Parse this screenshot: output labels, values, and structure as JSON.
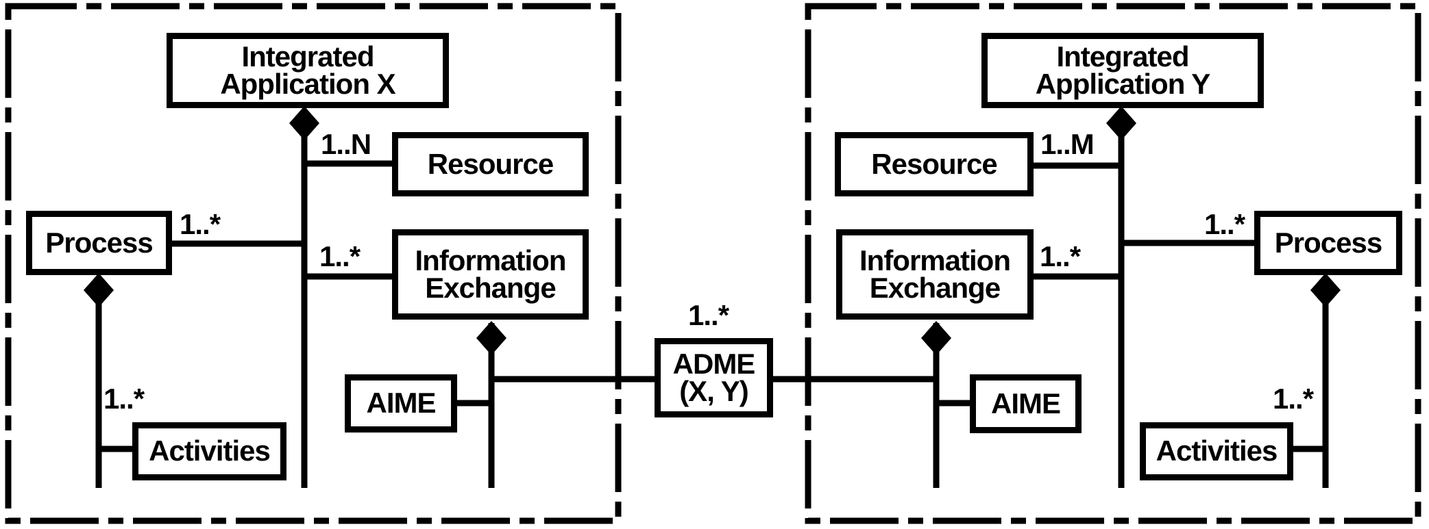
{
  "diagram": {
    "kind": "uml-composition-diagram",
    "colors": {
      "ink": "#000000",
      "paper": "#ffffff"
    },
    "left": {
      "app": "Integrated\nApplication X",
      "resource": "Resource",
      "process": "Process",
      "info_exchange": "Information\nExchange",
      "aime": "AIME",
      "activities": "Activities",
      "mult_app_resource": "1..N",
      "mult_process_app": "1..*",
      "mult_app_info_exchange": "1..*",
      "mult_process_activities": "1..*"
    },
    "right": {
      "app": "Integrated\nApplication Y",
      "resource": "Resource",
      "process": "Process",
      "info_exchange": "Information\nExchange",
      "aime": "AIME",
      "activities": "Activities",
      "mult_app_resource": "1..M",
      "mult_process_app": "1..*",
      "mult_app_info_exchange": "1..*",
      "mult_process_activities": "1..*"
    },
    "center": {
      "adme": "ADME\n(X, Y)",
      "mult_info_exchange_adme": "1..*"
    }
  }
}
